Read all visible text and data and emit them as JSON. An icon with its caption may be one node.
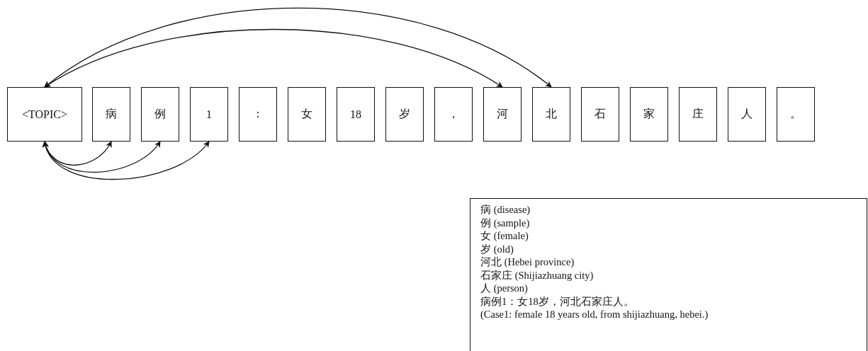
{
  "diagram": {
    "nodes": [
      {
        "text": [
          "<TOPIC>"
        ]
      },
      {
        "text": [
          "病"
        ]
      },
      {
        "text": [
          "例"
        ]
      },
      {
        "text": [
          "1"
        ]
      },
      {
        "text": [
          "："
        ]
      },
      {
        "text": [
          "女"
        ]
      },
      {
        "text": [
          "18"
        ]
      },
      {
        "text": [
          "岁"
        ]
      },
      {
        "text": [
          "，"
        ]
      },
      {
        "text": [
          "河"
        ]
      },
      {
        "text": [
          "北"
        ]
      },
      {
        "text": [
          "石"
        ]
      },
      {
        "text": [
          "家"
        ]
      },
      {
        "text": [
          "庄"
        ]
      },
      {
        "text": [
          "人"
        ]
      },
      {
        "text": [
          "。"
        ]
      },
      {
        "text": [
          "病 (disease)",
          "例 (sample)",
          "女 (female)",
          "岁 (old)",
          "河北 (Hebei province)",
          "石家庄 (Shijiazhuang city)",
          "人 (person)",
          "病例1：女18岁，河北石家庄人。",
          "(Case1: female 18 years old, from shijiazhuang, hebei.)"
        ]
      }
    ],
    "edges": [
      {
        "from": 0,
        "to": 10,
        "arrow": "both"
      },
      {
        "from": 0,
        "to": 9,
        "arrow": "both"
      },
      {
        "from": 0,
        "to": 1,
        "arrow": "both"
      },
      {
        "from": 0,
        "to": 2,
        "arrow": "both"
      },
      {
        "from": 0,
        "to": 3,
        "arrow": "both"
      }
    ]
  }
}
